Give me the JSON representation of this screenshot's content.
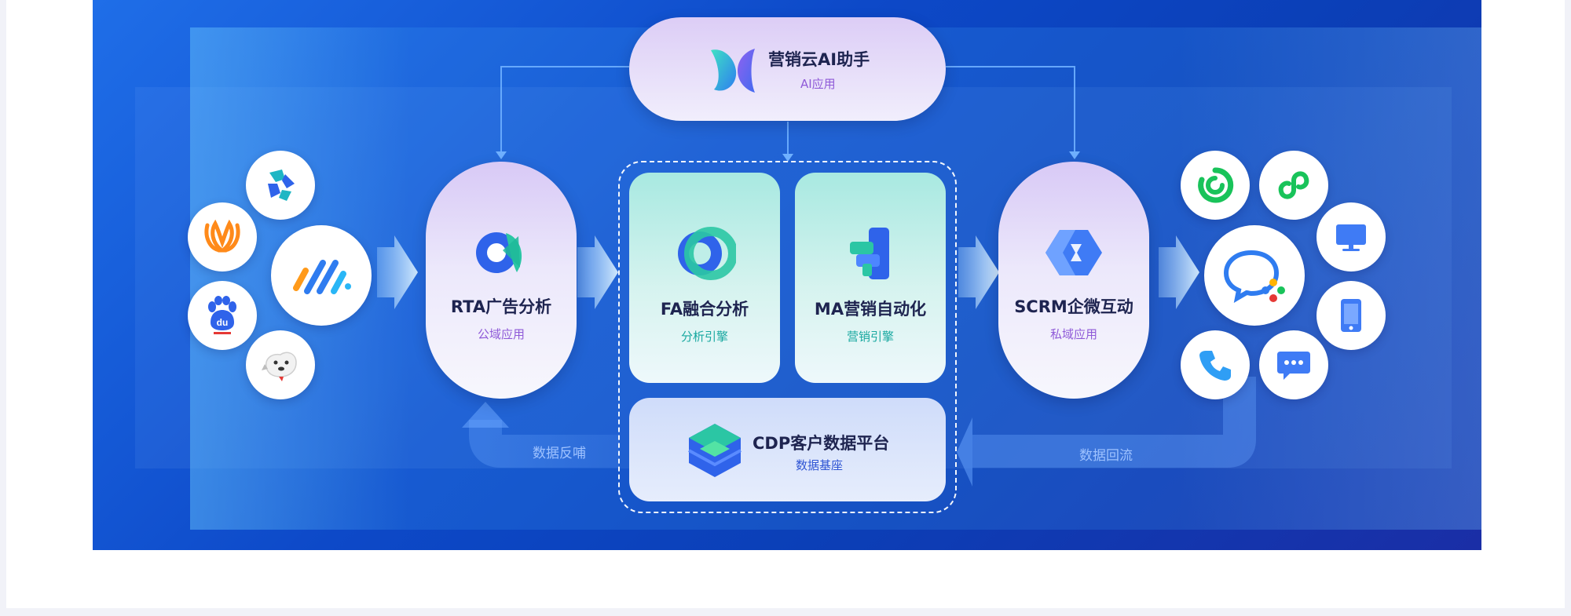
{
  "ai_assistant": {
    "title": "营销云AI助手",
    "subtitle": "AI应用"
  },
  "rta": {
    "title": "RTA广告分析",
    "subtitle": "公域应用"
  },
  "fa": {
    "title": "FA融合分析",
    "subtitle": "分析引擎"
  },
  "ma": {
    "title": "MA营销自动化",
    "subtitle": "营销引擎"
  },
  "scrm": {
    "title": "SCRM企微互动",
    "subtitle": "私域应用"
  },
  "cdp": {
    "title": "CDP客户数据平台",
    "subtitle": "数据基座"
  },
  "feedback_label": "数据反哺",
  "backflow_label": "数据回流",
  "left_channels": [
    "blue-tangram-icon",
    "mango-icon",
    "tiktok-ocean-icon",
    "baidu-icon",
    "jd-dog-icon"
  ],
  "right_channels": [
    "wecom-moments-icon",
    "mini-program-icon",
    "desktop-icon",
    "wecom-icon",
    "mobile-icon",
    "phone-icon",
    "sms-icon"
  ],
  "colors": {
    "stage": "#0d49c8",
    "purple_text": "#8f5ad8",
    "teal_text": "#18a8a0",
    "blue_text": "#2f55d4"
  }
}
